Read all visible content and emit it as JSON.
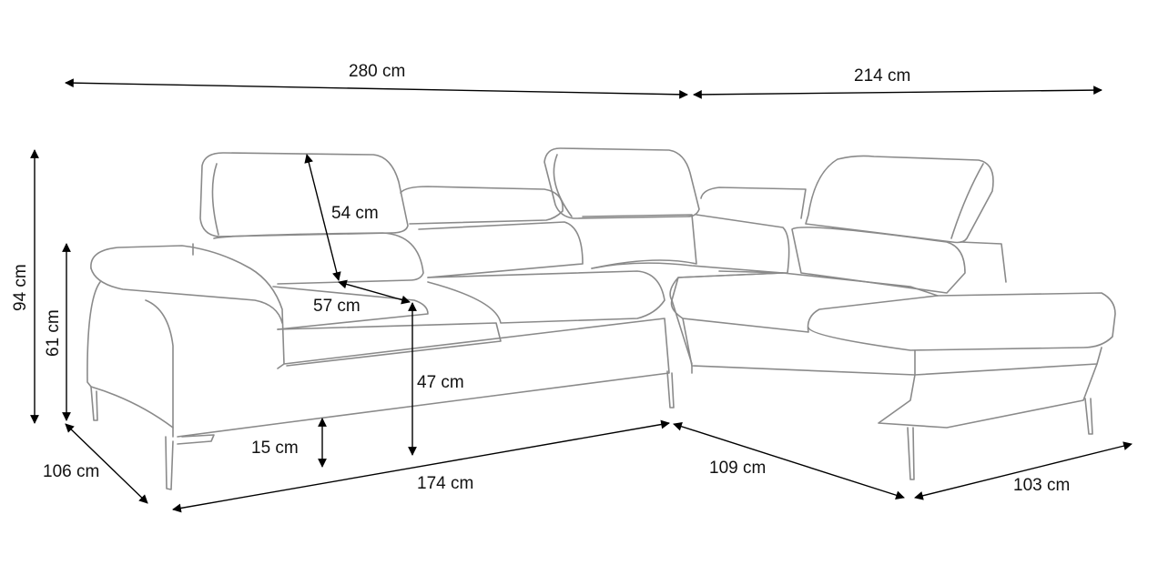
{
  "dimensions": {
    "total_width_left": "280 cm",
    "total_width_right": "214 cm",
    "headrest_height": "54 cm",
    "total_height": "94 cm",
    "armrest_height": "61 cm",
    "seat_depth": "57 cm",
    "seat_height": "47 cm",
    "leg_height": "15 cm",
    "depth_left": "106 cm",
    "front_length_left": "174 cm",
    "front_length_right": "109 cm",
    "chaise_depth": "103 cm"
  }
}
